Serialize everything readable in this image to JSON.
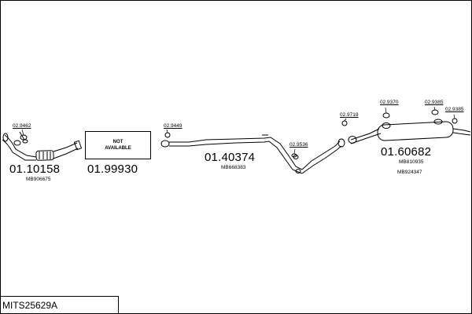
{
  "code": "MITS25629A",
  "not_available": {
    "line1": "NOT",
    "line2": "AVAILABLE"
  },
  "main_labels": {
    "p1": "01.10158",
    "p2": "01.99930",
    "p3": "01.40374",
    "p4": "01.60682"
  },
  "sub_labels": {
    "p1": "MB906675",
    "p3": "MB668383",
    "p4a": "MB810935",
    "p4b": "MB924347"
  },
  "part_labels": {
    "a": "02.9462",
    "b": "02.9449",
    "c": "02.9536",
    "d": "02.9719",
    "e": "02.9370",
    "f": "02.9385",
    "g": "02.9385"
  }
}
